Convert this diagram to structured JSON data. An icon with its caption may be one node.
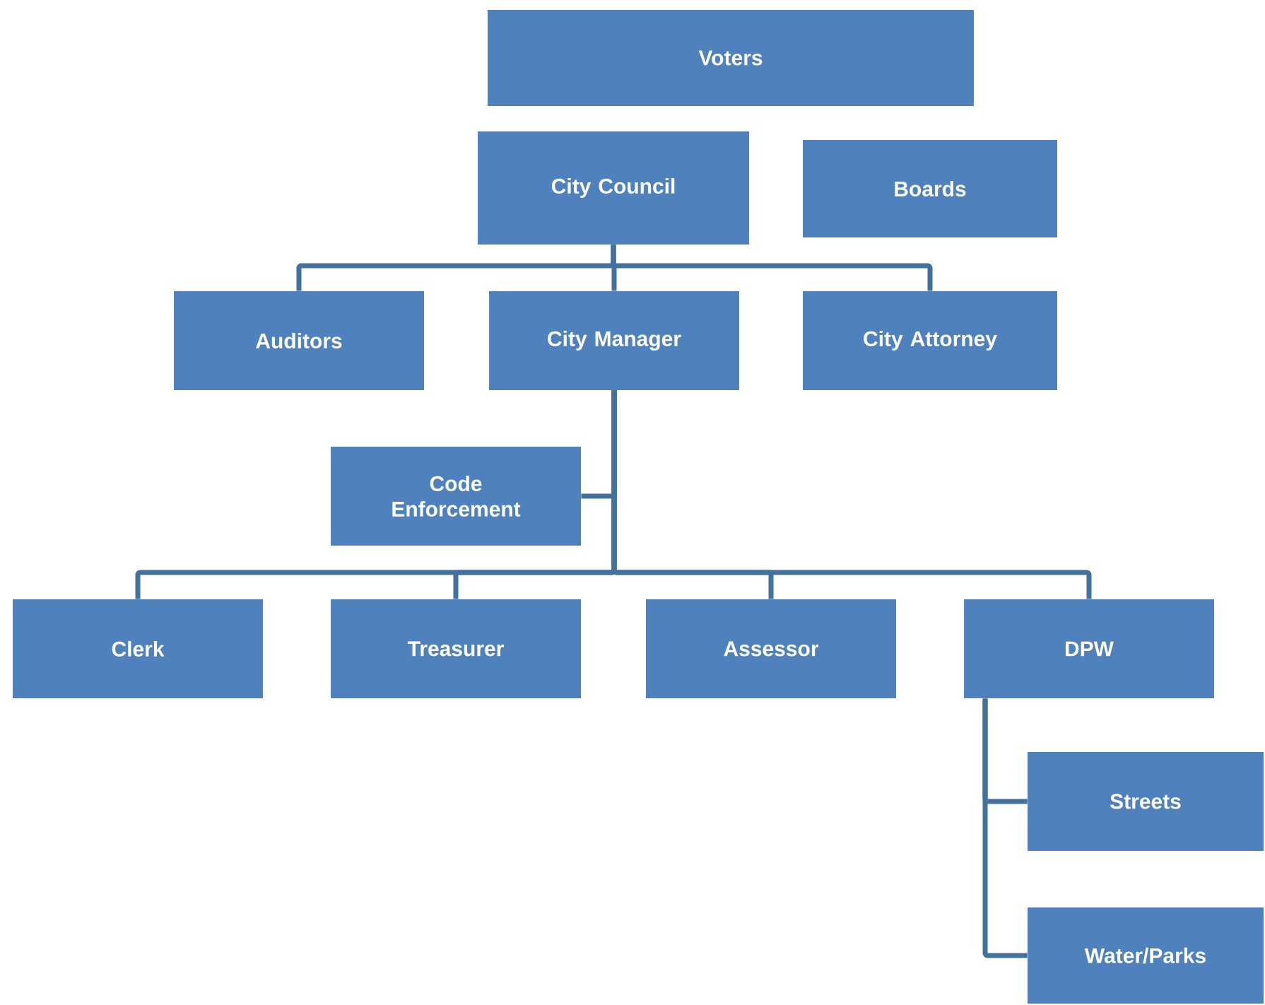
{
  "diagram": {
    "nodes": [
      {
        "text": [
          "Voters"
        ]
      },
      {
        "text": [
          "City Council"
        ]
      },
      {
        "text": [
          "Boards"
        ]
      },
      {
        "text": [
          "Auditors"
        ]
      },
      {
        "text": [
          "City Manager"
        ]
      },
      {
        "text": [
          "City Attorney"
        ]
      },
      {
        "text": [
          "Code Enforcement"
        ]
      },
      {
        "text": [
          "Clerk"
        ]
      },
      {
        "text": [
          "Treasurer"
        ]
      },
      {
        "text": [
          "Assessor"
        ]
      },
      {
        "text": [
          "DPW"
        ]
      },
      {
        "text": [
          "Streets"
        ]
      },
      {
        "text": [
          "Water/Parks"
        ]
      }
    ],
    "edges": [
      {
        "from": 1,
        "to": 3,
        "arrow": "none"
      },
      {
        "from": 1,
        "to": 4,
        "arrow": "none"
      },
      {
        "from": 1,
        "to": 5,
        "arrow": "none"
      },
      {
        "from": 4,
        "to": 6,
        "arrow": "none"
      },
      {
        "from": 4,
        "to": 7,
        "arrow": "none"
      },
      {
        "from": 4,
        "to": 8,
        "arrow": "none"
      },
      {
        "from": 4,
        "to": 9,
        "arrow": "none"
      },
      {
        "from": 4,
        "to": 10,
        "arrow": "none"
      },
      {
        "from": 10,
        "to": 11,
        "arrow": "none"
      },
      {
        "from": 10,
        "to": 12,
        "arrow": "none"
      }
    ]
  }
}
